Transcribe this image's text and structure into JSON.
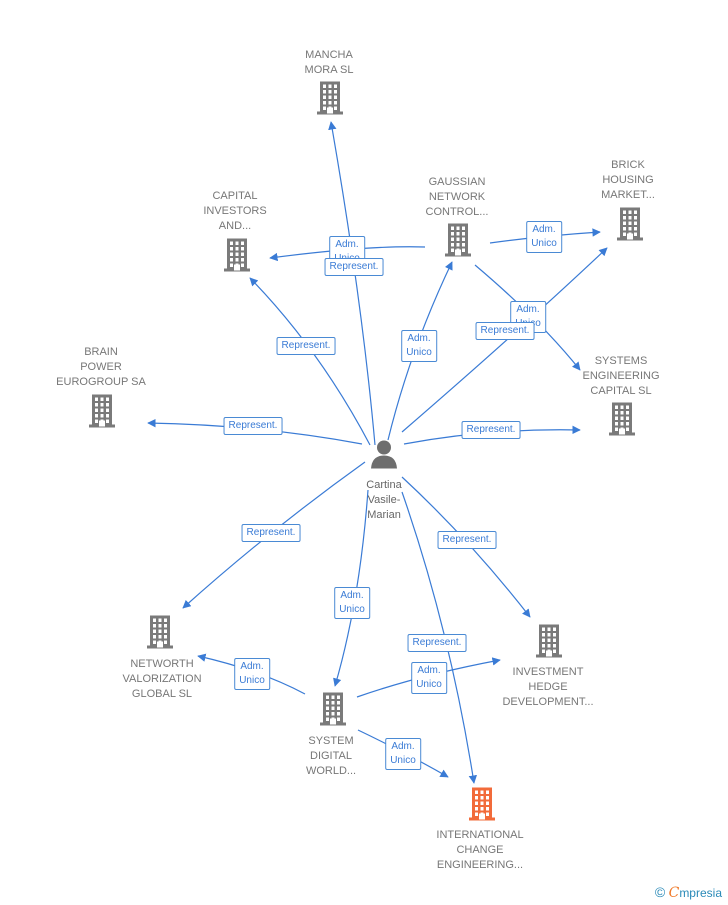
{
  "colors": {
    "edge": "#3a7bd5",
    "building": "#7a7a7a",
    "building_highlight": "#f26b3a",
    "person": "#6e6e6e"
  },
  "person": {
    "label": "Cartina\nVasile-\nMarian",
    "icon": "person-icon"
  },
  "companies": [
    {
      "id": "mancha",
      "label": "MANCHA\nMORA SL",
      "icon": "building-icon"
    },
    {
      "id": "capital",
      "label": "CAPITAL\nINVESTORS\nAND...",
      "icon": "building-icon"
    },
    {
      "id": "gaussian",
      "label": "GAUSSIAN\nNETWORK\nCONTROL...",
      "icon": "building-icon"
    },
    {
      "id": "brick",
      "label": "BRICK\nHOUSING\nMARKET...",
      "icon": "building-icon"
    },
    {
      "id": "brain",
      "label": "BRAIN\nPOWER\nEUROGROUP SA",
      "icon": "building-icon"
    },
    {
      "id": "systems",
      "label": "SYSTEMS\nENGINEERING\nCAPITAL  SL",
      "icon": "building-icon"
    },
    {
      "id": "networth",
      "label": "NETWORTH\nVALORIZATION\nGLOBAL  SL",
      "icon": "building-icon"
    },
    {
      "id": "investment",
      "label": "INVESTMENT\nHEDGE\nDEVELOPMENT...",
      "icon": "building-icon"
    },
    {
      "id": "sdw",
      "label": "SYSTEM\nDIGITAL\nWORLD...",
      "icon": "building-icon"
    },
    {
      "id": "intl",
      "label": "INTERNATIONAL\nCHANGE\nENGINEERING...",
      "icon": "building-icon",
      "highlight": true
    }
  ],
  "edge_tags": [
    {
      "id": "t-mancha",
      "text": "Adm.\nUnico"
    },
    {
      "id": "t-capital",
      "text": "Represent."
    },
    {
      "id": "t-capital2",
      "text": "Represent."
    },
    {
      "id": "t-gaussian",
      "text": "Adm.\nUnico"
    },
    {
      "id": "t-brick",
      "text": "Adm.\nUnico"
    },
    {
      "id": "t-systems-adm",
      "text": "Adm.\nUnico"
    },
    {
      "id": "t-brick-rep",
      "text": "Represent."
    },
    {
      "id": "t-brain",
      "text": "Represent."
    },
    {
      "id": "t-systems",
      "text": "Represent."
    },
    {
      "id": "t-networth",
      "text": "Represent."
    },
    {
      "id": "t-investment",
      "text": "Represent."
    },
    {
      "id": "t-sdw",
      "text": "Adm.\nUnico"
    },
    {
      "id": "t-intl-rep",
      "text": "Represent."
    },
    {
      "id": "t-networth-adm",
      "text": "Adm.\nUnico"
    },
    {
      "id": "t-investment-adm",
      "text": "Adm.\nUnico"
    },
    {
      "id": "t-intl-adm",
      "text": "Adm.\nUnico"
    }
  ],
  "footer": {
    "copyright": "©",
    "brand_initial": "C",
    "brand_rest": "mpresia"
  }
}
